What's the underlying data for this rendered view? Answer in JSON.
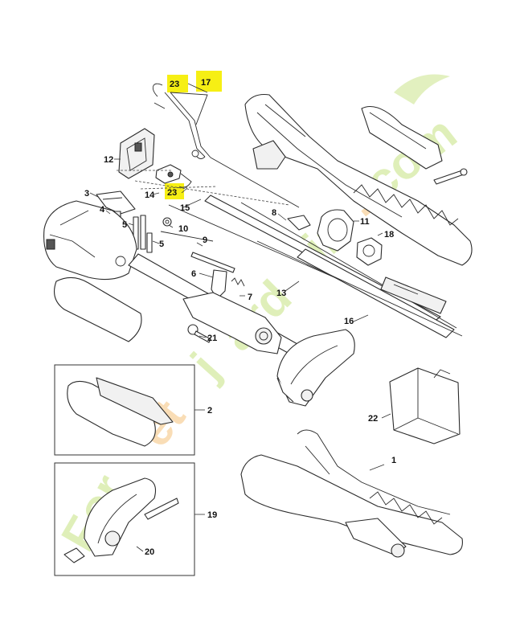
{
  "diagram": {
    "highlight_color": "#f6ef14",
    "watermark_color": "#9fce2a",
    "watermark_accent_color": "#f0a030",
    "watermark_parts": [
      "For",
      "et",
      "j",
      "ard",
      "in",
      ".",
      "com"
    ],
    "labels": {
      "l23a": "23",
      "l17": "17",
      "l23b": "23",
      "l12": "12",
      "l3": "3",
      "l4": "4",
      "l14": "14",
      "l15": "15",
      "l5a": "5",
      "l5b": "5",
      "l10": "10",
      "l9": "9",
      "l6": "6",
      "l7": "7",
      "l21": "21",
      "l8": "8",
      "l11": "11",
      "l18": "18",
      "l13": "13",
      "l16": "16",
      "l2": "2",
      "l22": "22",
      "l1": "1",
      "l19": "19",
      "l20": "20"
    }
  }
}
